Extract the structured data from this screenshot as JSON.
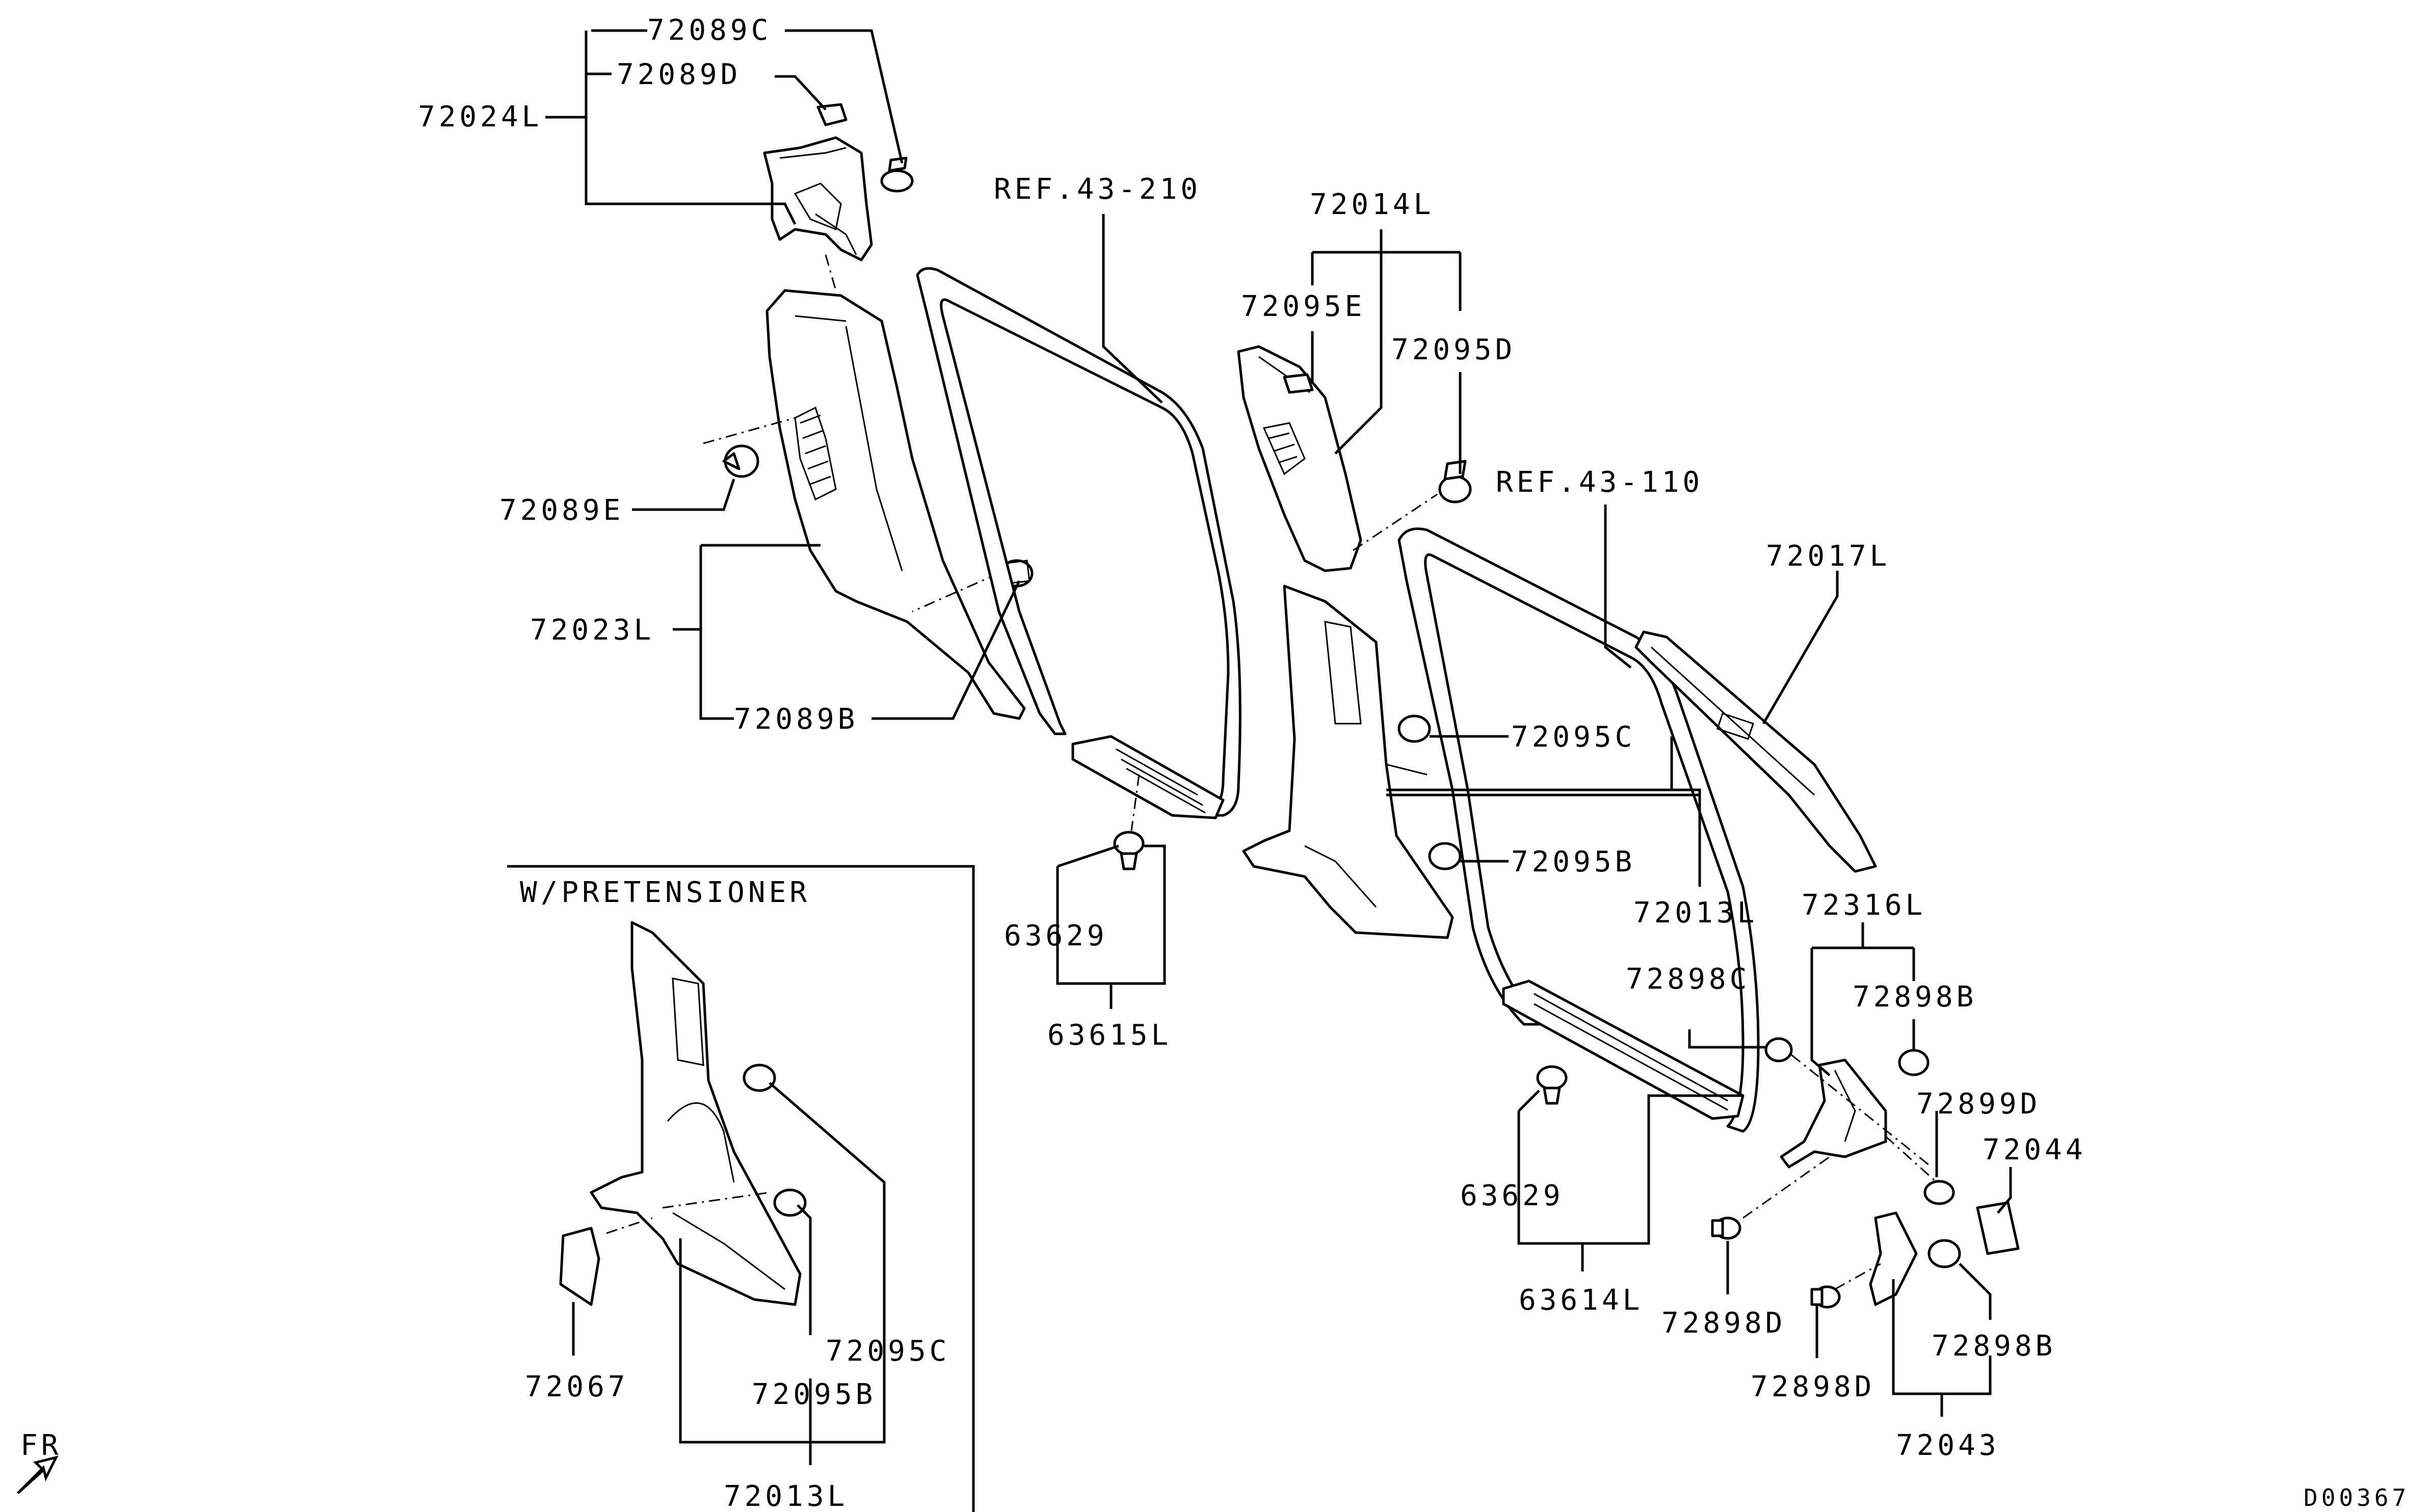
{
  "diagram": {
    "diagram_id": "D00367",
    "inset_title": "W/PRETENSIONER",
    "direction_label": "FR",
    "parts": {
      "p72089C": "72089C",
      "p72089D": "72089D",
      "p72024L": "72024L",
      "p72089E": "72089E",
      "p72023L": "72023L",
      "p72089B": "72089B",
      "ref43210": "REF.43-210",
      "p72014L": "72014L",
      "p72095E": "72095E",
      "p72095D": "72095D",
      "ref43110": "REF.43-110",
      "p72017L": "72017L",
      "p72095C": "72095C",
      "p72095B": "72095B",
      "p72013L": "72013L",
      "p63629a": "63629",
      "p63615L": "63615L",
      "p72316L": "72316L",
      "p72898C": "72898C",
      "p72898B": "72898B",
      "p72899D": "72899D",
      "p72044": "72044",
      "p63629b": "63629",
      "p63614L": "63614L",
      "p72898D": "72898D",
      "p72898B2": "72898B",
      "p72898D2": "72898D",
      "p72043": "72043",
      "inset72095C": "72095C",
      "inset72095B": "72095B",
      "inset72067": "72067",
      "inset72013L": "72013L"
    }
  }
}
